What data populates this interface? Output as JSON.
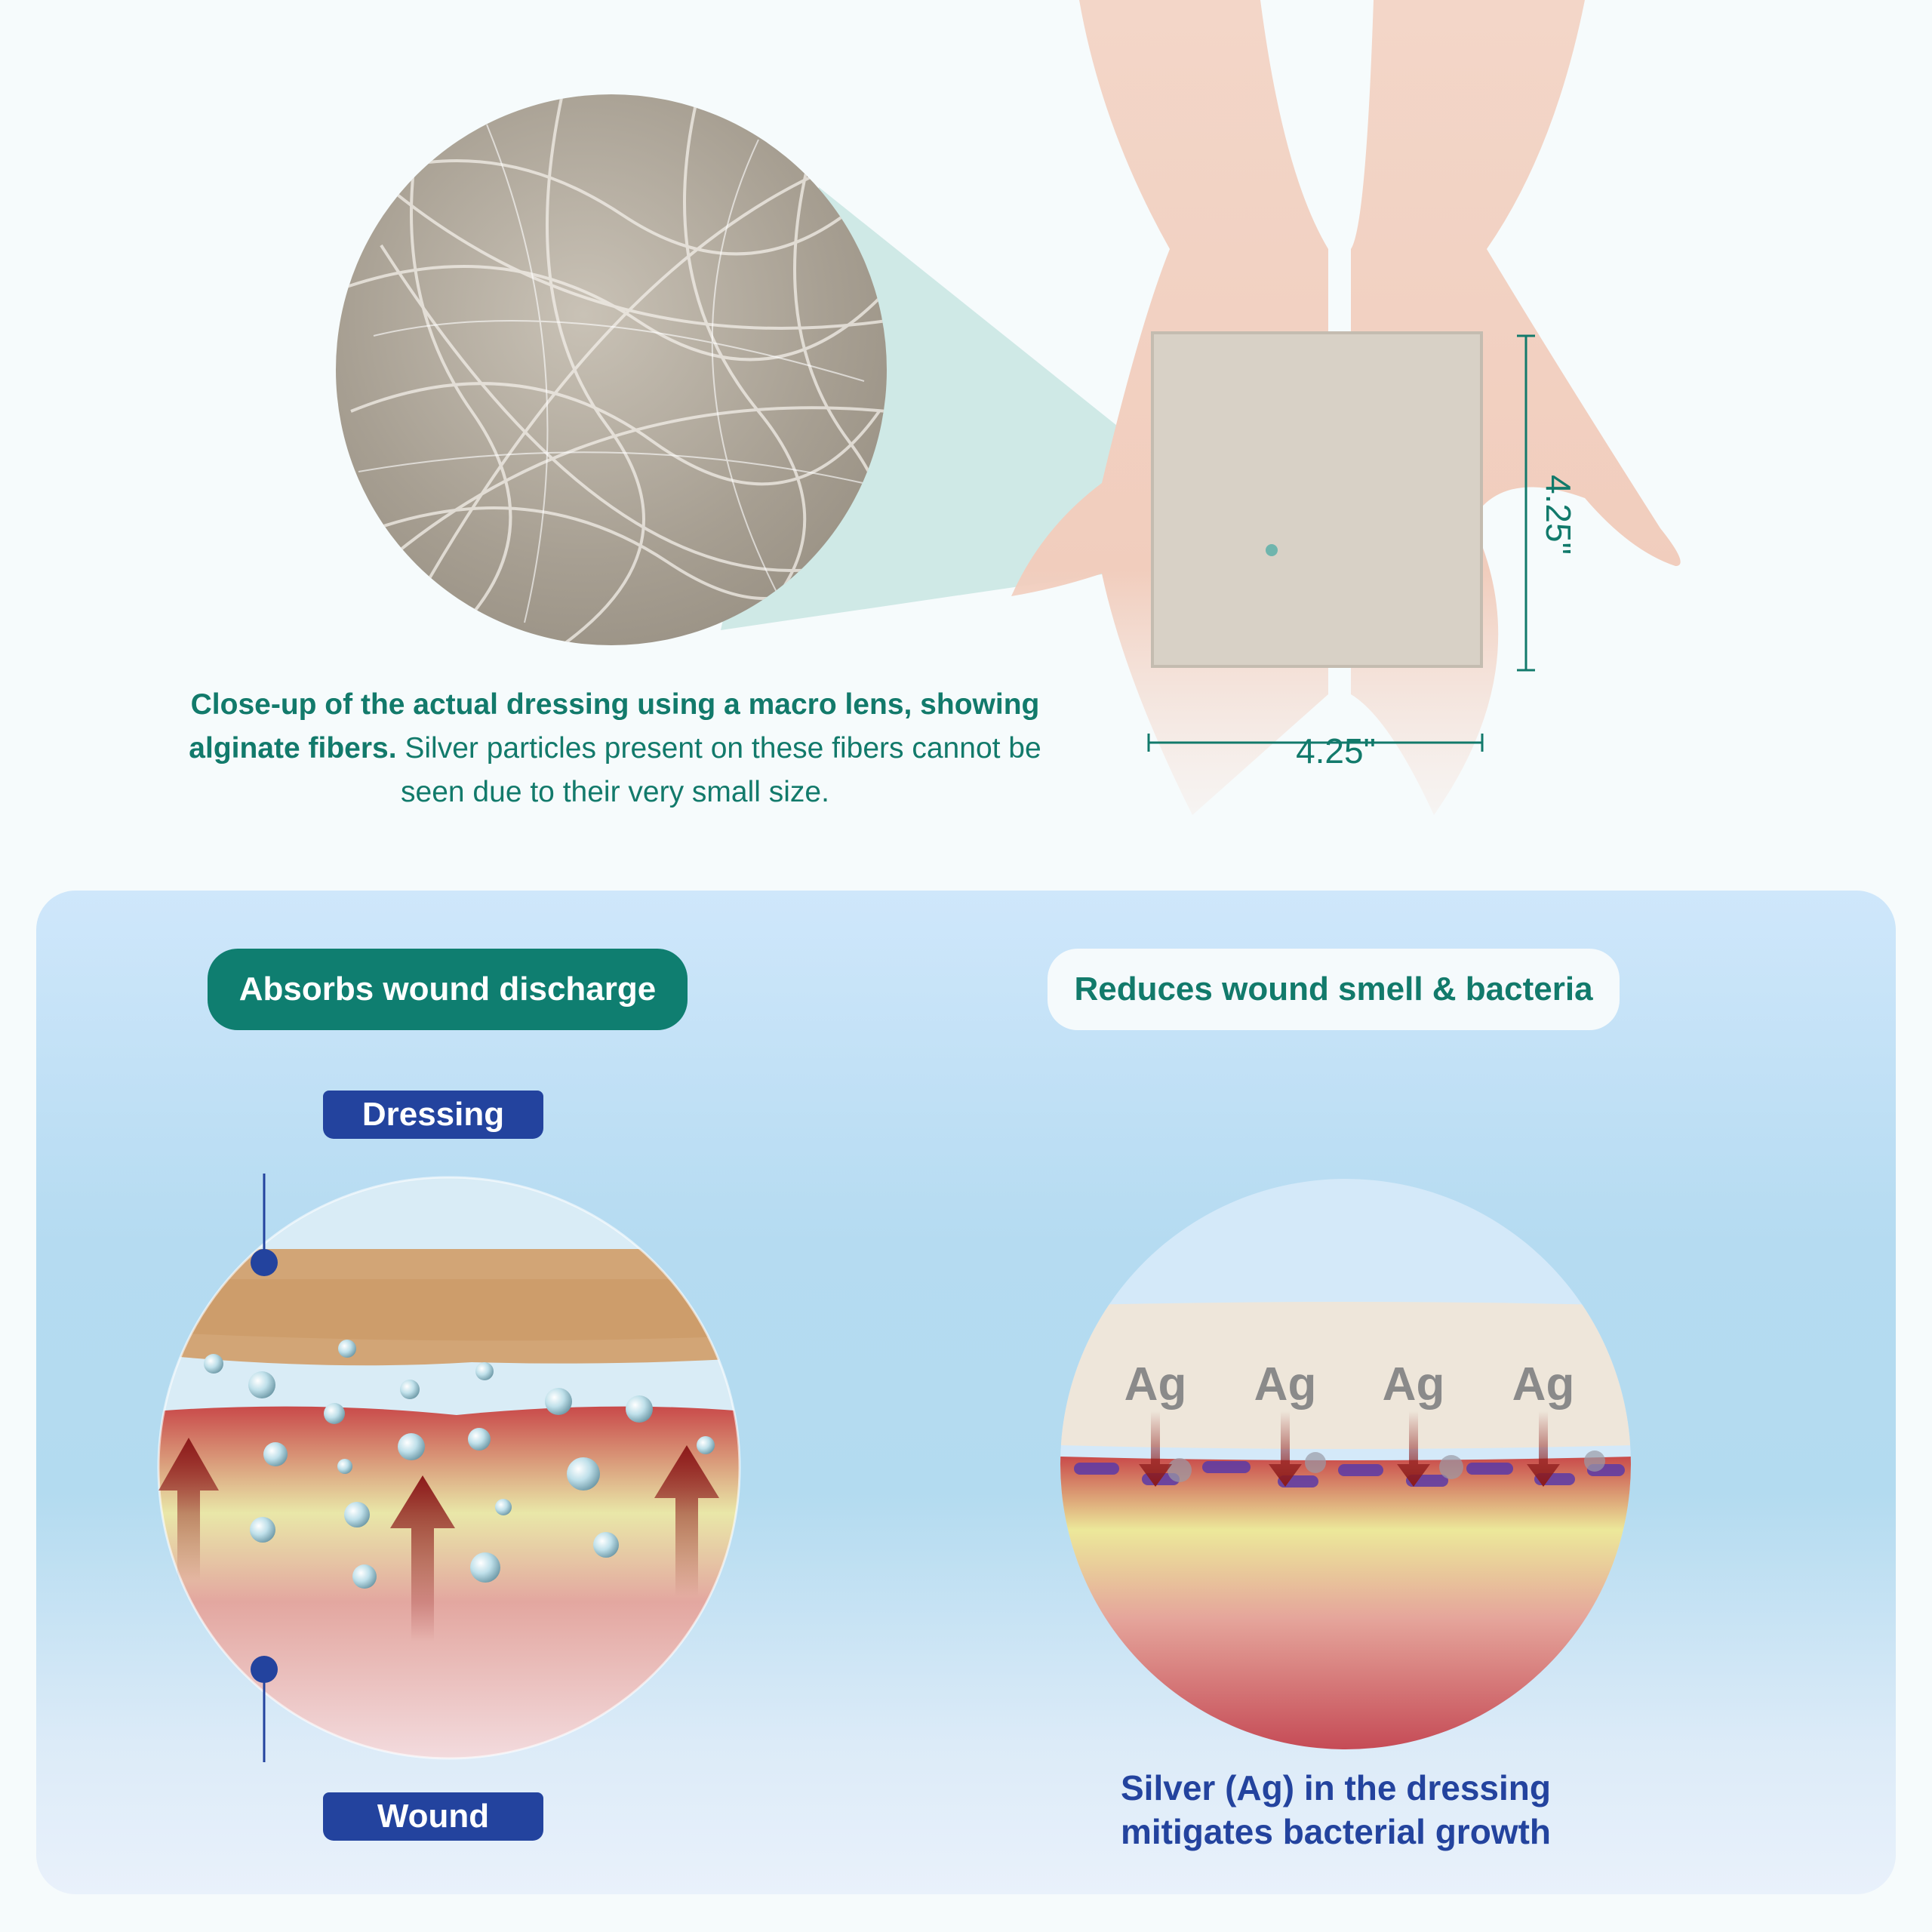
{
  "top": {
    "caption_bold": "Close-up of the actual dressing using a macro lens, showing alginate fibers.",
    "caption_regular": " Silver particles present on these fibers cannot be seen due to their very small size.",
    "dimension_width": "4.25\"",
    "dimension_height": "4.25\""
  },
  "bottom": {
    "left_heading": "Absorbs wound discharge",
    "right_heading": "Reduces wound smell & bacteria",
    "label_dressing": "Dressing",
    "label_wound": "Wound",
    "silver_symbol": "Ag",
    "silver_caption": "Silver (Ag) in the dressing mitigates bacterial growth"
  },
  "colors": {
    "teal": "#0f7e70",
    "navy": "#23439e",
    "arrow_red": "#8c1a1a"
  }
}
